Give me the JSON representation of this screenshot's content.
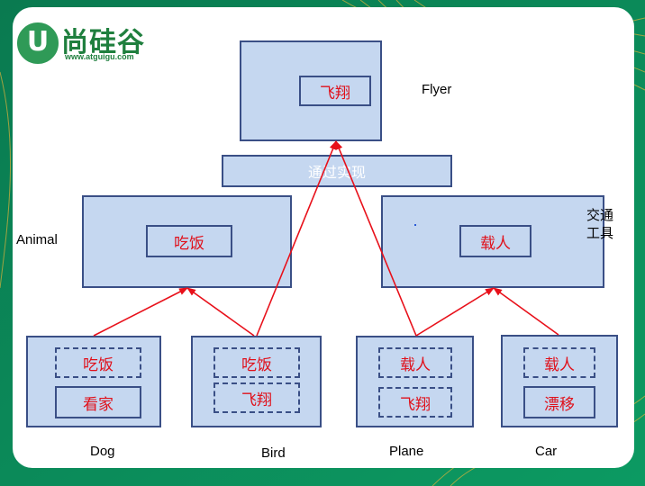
{
  "logo": {
    "mark": "U",
    "name": "尚硅谷",
    "url": "www.atguigu.com"
  },
  "top": {
    "inner": "飞翔",
    "label": "Flyer"
  },
  "bar": {
    "label": "通过实现"
  },
  "animal": {
    "label": "Animal",
    "inner": "吃饭"
  },
  "vehicle": {
    "label_line1": "交通",
    "label_line2": "工具",
    "inner": "载人"
  },
  "dog": {
    "label": "Dog",
    "items": [
      "吃饭",
      "看家"
    ]
  },
  "bird": {
    "label": "Bird",
    "items": [
      "吃饭",
      "飞翔"
    ]
  },
  "plane": {
    "label": "Plane",
    "items": [
      "载人",
      "飞翔"
    ]
  },
  "car": {
    "label": "Car",
    "items": [
      "载人",
      "漂移"
    ]
  },
  "colors": {
    "box_fill": "#c5d7f0",
    "box_border": "#3a4f86",
    "text_red": "#e0101a",
    "arrow": "#e8101a",
    "background": "#0a8a5a"
  }
}
